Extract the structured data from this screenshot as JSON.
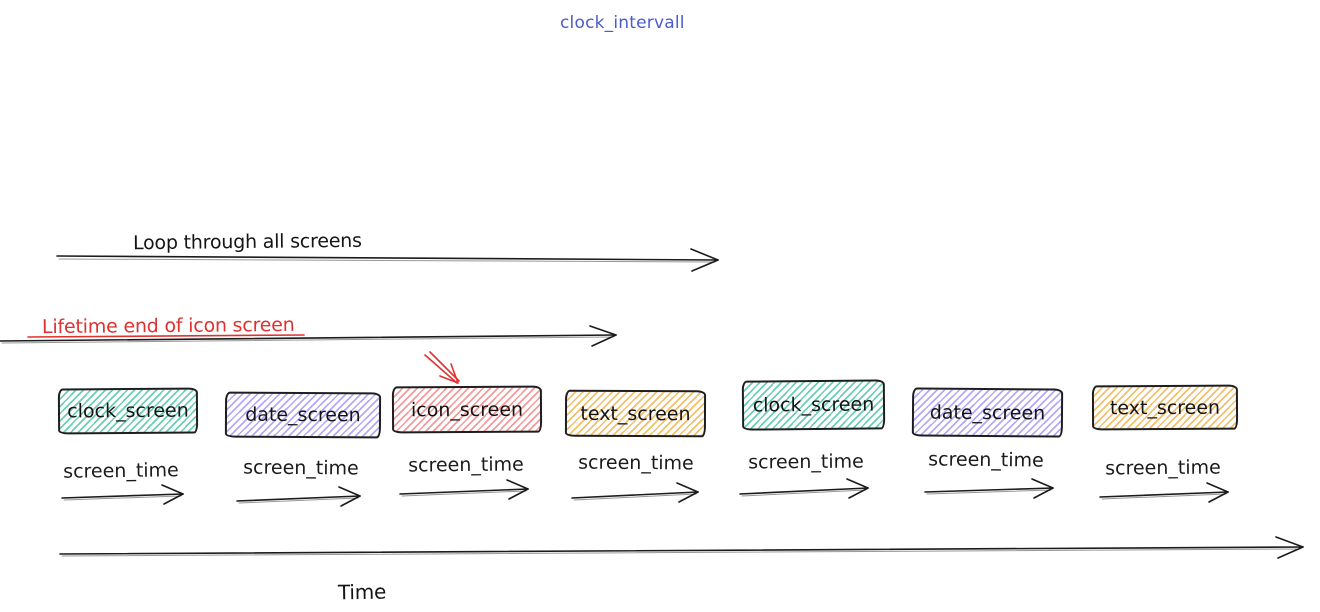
{
  "title": {
    "text": "clock_intervall",
    "color": "#4a5bd0"
  },
  "annotations": {
    "loop_label": "Loop through all screens",
    "lifetime_label": "Lifetime end of icon screen",
    "lifetime_color": "#e03131",
    "icon_pointer": "red-arrow-pointing-at-icon_screen"
  },
  "screens": [
    {
      "label": "clock_screen",
      "color_name": "green",
      "hatch": "#3bbf9a"
    },
    {
      "label": "date_screen",
      "color_name": "purple",
      "hatch": "#9c8cf5"
    },
    {
      "label": "icon_screen",
      "color_name": "red",
      "hatch": "#f07070"
    },
    {
      "label": "text_screen",
      "color_name": "yellow",
      "hatch": "#f2b046"
    },
    {
      "label": "clock_screen",
      "color_name": "green",
      "hatch": "#3bbf9a"
    },
    {
      "label": "date_screen",
      "color_name": "purple",
      "hatch": "#9c8cf5"
    },
    {
      "label": "text_screen",
      "color_name": "yellow",
      "hatch": "#f2b046"
    }
  ],
  "screen_time_label": "screen_time",
  "time_axis_label": "Time",
  "ink_color": "#1b1b1b"
}
